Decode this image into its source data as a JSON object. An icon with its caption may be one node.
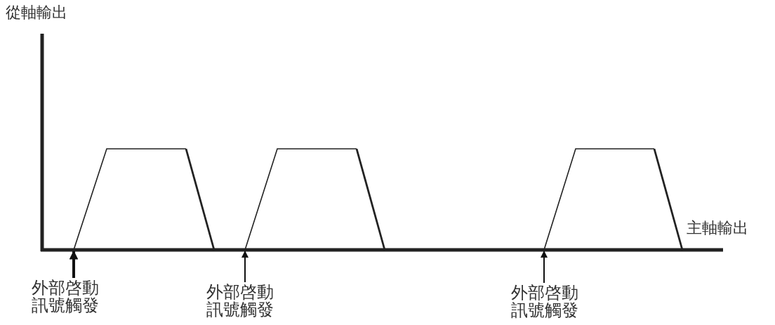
{
  "diagram": {
    "nodes": [
      {
        "text": [],
        "shape": "trapezoid"
      },
      {
        "text": [],
        "shape": "trapezoid"
      },
      {
        "text": [],
        "shape": "trapezoid"
      },
      {
        "text": [
          "外部啓動訊號觸發"
        ]
      },
      {
        "text": [
          "外部啓動訊號觸發"
        ]
      },
      {
        "text": [
          "外部啓動訊號觸發"
        ]
      }
    ],
    "edges": [
      {
        "from": 3,
        "to": 0,
        "arrow": "to",
        "style": "thick"
      },
      {
        "from": 4,
        "to": 1,
        "arrow": "to"
      },
      {
        "from": 5,
        "to": 2,
        "arrow": "to"
      }
    ],
    "labels": [
      "從軸輸出",
      "主軸輸出"
    ]
  }
}
